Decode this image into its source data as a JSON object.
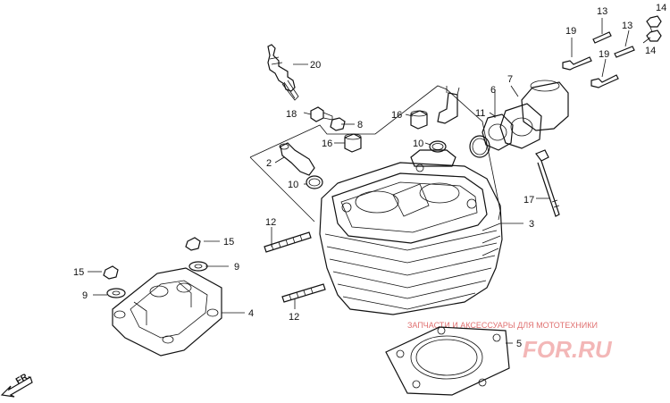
{
  "callouts": {
    "c2": "2",
    "c3": "3",
    "c4": "4",
    "c5": "5",
    "c6": "6",
    "c7": "7",
    "c8": "8",
    "c9a": "9",
    "c9b": "9",
    "c10a": "10",
    "c10b": "10",
    "c11": "11",
    "c12a": "12",
    "c12b": "12",
    "c13a": "13",
    "c13b": "13",
    "c14a": "14",
    "c14b": "14",
    "c15a": "15",
    "c15b": "15",
    "c16a": "16",
    "c16b": "16",
    "c17": "17",
    "c18": "18",
    "c19a": "19",
    "c19b": "19",
    "c20": "20"
  },
  "direction_label": "FR.",
  "watermark": {
    "caption": "ЗАПЧАСТИ И АКСЕССУАРЫ ДЛЯ МОТОТЕХНИКИ",
    "logo": "FOR.RU"
  }
}
